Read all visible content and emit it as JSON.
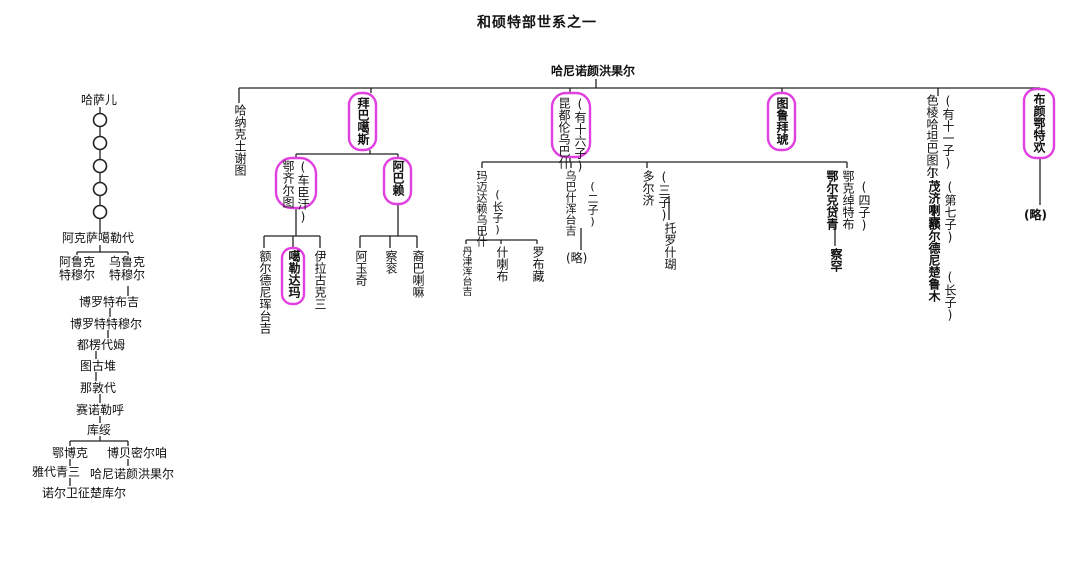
{
  "title": "和硕特部世系之一",
  "left_chain": {
    "top": "哈萨儿",
    "n1": "阿克萨噶勒代",
    "n2a": "阿鲁克特穆尔",
    "n2b": "乌鲁克特穆尔",
    "n3": "博罗特布吉",
    "n4": "博罗特特穆尔",
    "n5": "都楞代姆",
    "n6": "图古堆",
    "n7": "那敦代",
    "n8": "赛诺勒呼",
    "n9": "库绥",
    "n10a": "鄂博克",
    "n10b": "博贝密尔咱",
    "n11a": "雅代青三",
    "n11b": "哈尼诺颜洪果尔",
    "n12": "诺尔卫征楚库尔"
  },
  "root": "哈尼诺颜洪果尔",
  "children": {
    "c1": "哈纳克土谢图",
    "c2": "拜巴噶斯",
    "c3_note": "(有十六子)",
    "c3": "昆都伦乌巴什",
    "c4": "图鲁拜琥",
    "c5": "色棱哈坦巴图尔",
    "c5_note": "(有十一子)",
    "c6": "布颜鄂特欢",
    "c6_note": "(略)"
  },
  "baibagasi": {
    "ch1_note": "(车臣汗)",
    "ch1": "鄂齐尔图",
    "ch2": "阿巴赖",
    "g1": "额尔德尼珲台吉",
    "g2": "噶勒达玛",
    "g3": "伊拉古克三",
    "g4": "阿玉奇",
    "g5": "察衮",
    "g6": "裔巴喇嘛"
  },
  "kundulun": {
    "s1": "玛迈达赖乌巴什",
    "s1_note": "(长子)",
    "s2": "乌巴什浑台吉",
    "s2_note": "(二子)",
    "s2_tail": "(略)",
    "s3": "多尔济",
    "s3_note": "(三子)",
    "s3_child": "托罗什瑚",
    "s4": "鄂克绰特布",
    "s4_note": "(四子)",
    "s5": "鄂尔克贷青",
    "s5_child": "察罕",
    "gg1": "丹津浑台吉",
    "gg2": "什喇布",
    "gg3": "罗布藏"
  },
  "selen": {
    "s7_note": "(第七子)",
    "s7": "茂济喇克",
    "s7_child": "额尔德尼楚鲁木",
    "s7_child_note": "(长子)"
  },
  "highlight_color": "#e040e0"
}
